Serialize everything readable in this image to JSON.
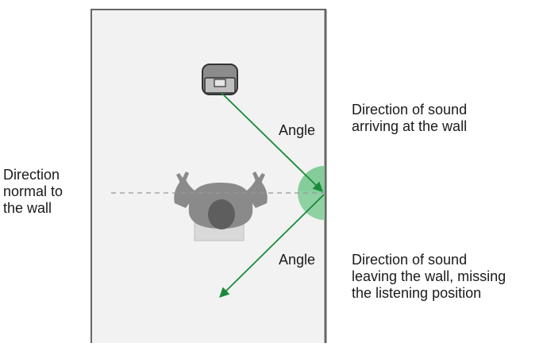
{
  "labels": {
    "angle_top": "Angle",
    "angle_bottom": "Angle",
    "arriving": "Direction of sound\narriving at the wall",
    "leaving": "Direction of sound\nleaving the wall, missing\nthe listening position",
    "normal": "Direction\nnormal to\nthe wall"
  },
  "colors": {
    "room_fill": "#f2f2f2",
    "wall": "#666666",
    "sound_ray": "#1a8a3a",
    "angle_wedge": "#8fd1a3",
    "normal_line": "#999999",
    "speaker": "#8c8c8c",
    "listener": "#8a8a8a",
    "listener_head": "#5e5e5e",
    "chair": "#d9d9d9"
  },
  "icons": {
    "speaker": "speaker-icon",
    "listener": "listener-figure-icon"
  }
}
